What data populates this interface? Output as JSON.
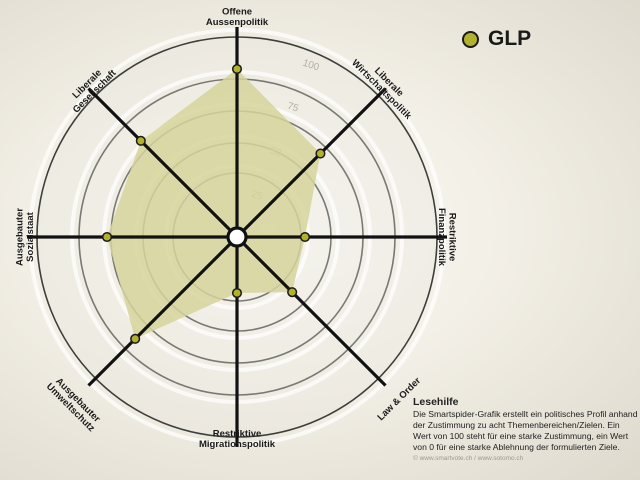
{
  "legend": {
    "label": "GLP",
    "color": "#b2b12d"
  },
  "reading_help": {
    "title": "Lesehilfe",
    "text": "Die Smartspider-Grafik erstellt ein politisches Profil anhand der Zustimmung zu acht Themenbereichen/Zielen. Ein Wert von 100 steht für eine starke Zustimmung, ein Wert von 0 für eine starke Ablehnung der formulierten Ziele.",
    "credit": "© www.smartvote.ch / www.sotomo.ch"
  },
  "chart_data": {
    "type": "radar",
    "scale": [
      0,
      100
    ],
    "ticks": [
      25,
      50,
      75,
      100
    ],
    "axes": [
      {
        "id": "aussenpolitik",
        "lines": [
          "Offene",
          "Aussenpolitik"
        ]
      },
      {
        "id": "wirtschaftspolitik",
        "lines": [
          "Liberale",
          "Wirtschaftspolitik"
        ]
      },
      {
        "id": "finanzpolitik",
        "lines": [
          "Restriktive",
          "Finanzpolitik"
        ]
      },
      {
        "id": "law-order",
        "lines": [
          "Law & Order"
        ]
      },
      {
        "id": "migrationspolitik",
        "lines": [
          "Restriktive",
          "Migrationspolitik"
        ]
      },
      {
        "id": "umweltschutz",
        "lines": [
          "Ausgebauter",
          "Umweltschutz"
        ]
      },
      {
        "id": "sozialstaat",
        "lines": [
          "Ausgebauter",
          "Sozialstaat"
        ]
      },
      {
        "id": "gesellschaft",
        "lines": [
          "Liberale",
          "Gesellschaft"
        ]
      }
    ],
    "series": [
      {
        "name": "GLP",
        "values": [
          84,
          59,
          34,
          39,
          28,
          72,
          65,
          68
        ],
        "fill": "#d6d49b",
        "point_color": "#b2b12d"
      }
    ],
    "colors": {
      "ring": "#3e3e3c",
      "axis": "#111111",
      "ring_fill": "#e9e6dd"
    }
  }
}
